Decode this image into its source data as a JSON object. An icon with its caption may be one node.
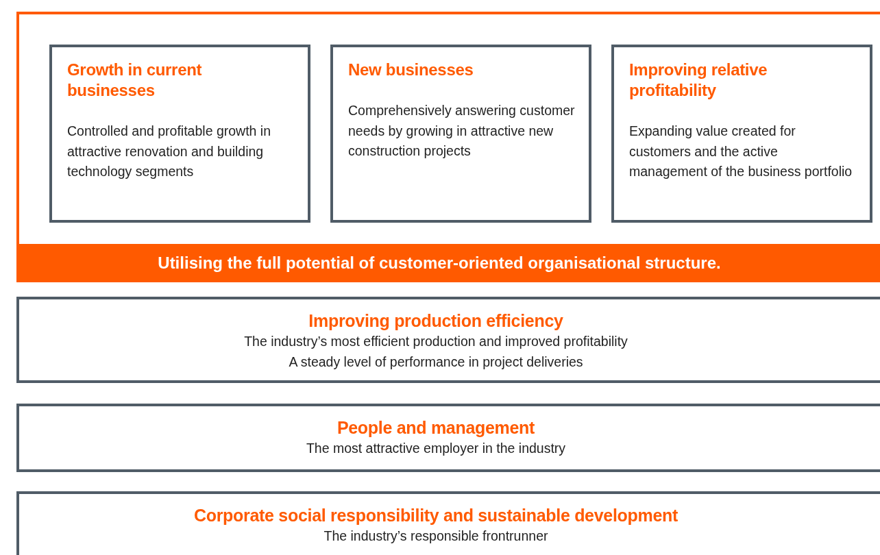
{
  "diagram": {
    "nodes": [
      {
        "text": [],
        "shape": "box"
      },
      {
        "text": [
          "Growth in current businesses",
          "Controlled and profitable growth in attractive renovation and building technology segments"
        ],
        "in": 0
      },
      {
        "text": [
          "New businesses",
          "Comprehensively answering customer needs by growing in attractive new construction projects"
        ],
        "in": 0
      },
      {
        "text": [
          "Improving relative profitability",
          "Expanding value created for customers and the active management of the business portfolio"
        ],
        "in": 0
      },
      {
        "text": [
          "Utilising the full potential of customer-oriented organisational structure."
        ],
        "in": 0
      },
      {
        "text": [
          "Improving production efficiency",
          "The industry’s most efficient production and improved profitability",
          "A steady level of performance in project deliveries"
        ]
      },
      {
        "text": [
          "People and management",
          "The most attractive employer in the industry"
        ]
      },
      {
        "text": [
          "Corporate social responsibility and sustainable development",
          "The industry’s responsible frontrunner"
        ]
      }
    ],
    "edges": []
  }
}
